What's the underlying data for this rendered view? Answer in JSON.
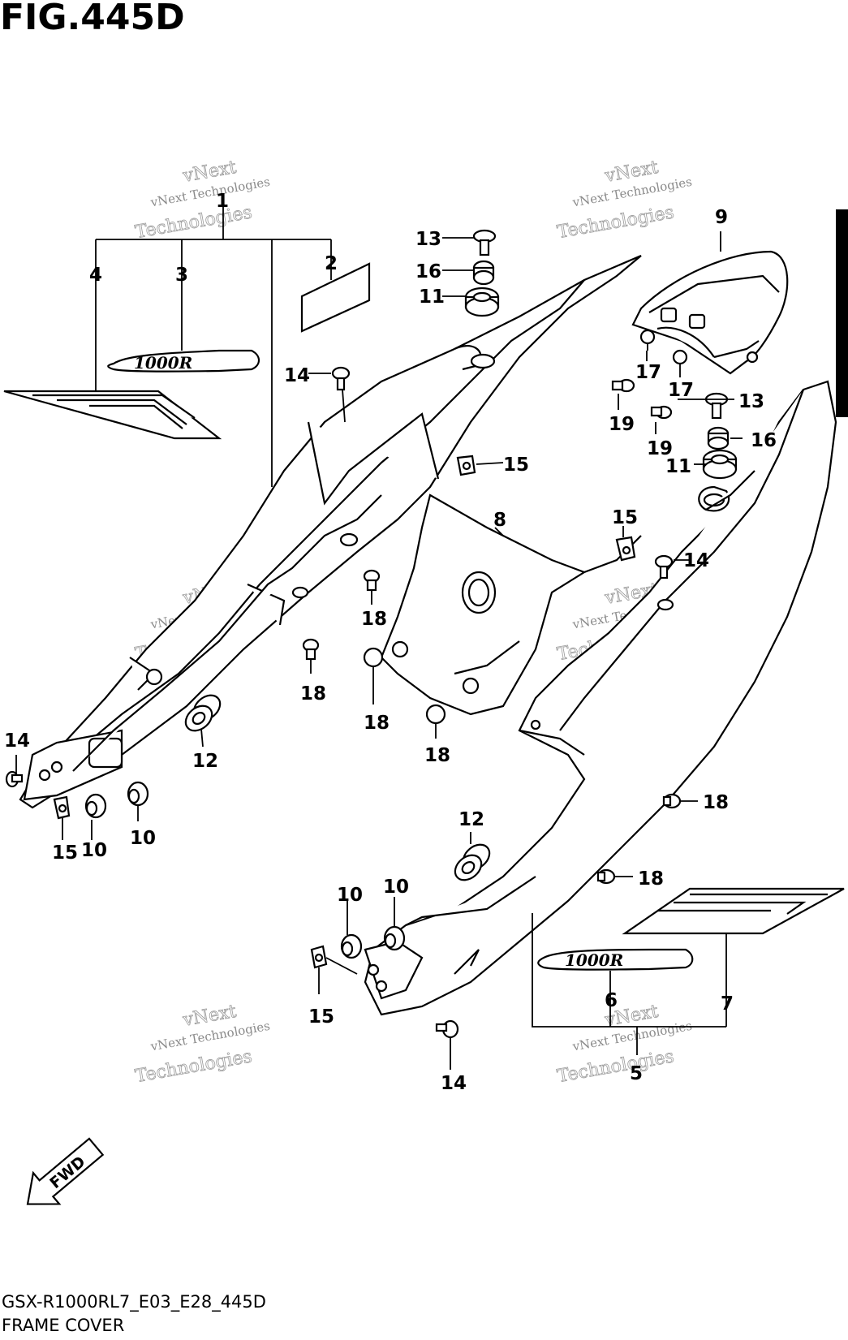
{
  "figure": {
    "title": "FIG.445D",
    "model_code": "GSX-R1000RL7_E03_E28_445D",
    "caption": "FRAME COVER"
  },
  "watermark": {
    "line1": "vNext Technologies",
    "line2": "vNext",
    "line3": "Technologies"
  },
  "badge_text": "1000R",
  "fwd_text": "FWD",
  "callouts": {
    "n1": "1",
    "n2": "2",
    "n3": "3",
    "n4": "4",
    "n5": "5",
    "n6": "6",
    "n7": "7",
    "n8": "8",
    "n9": "9",
    "n10": "10",
    "n11": "11",
    "n12": "12",
    "n13": "13",
    "n14": "14",
    "n15": "15",
    "n16": "16",
    "n17": "17",
    "n18": "18",
    "n19": "19"
  }
}
